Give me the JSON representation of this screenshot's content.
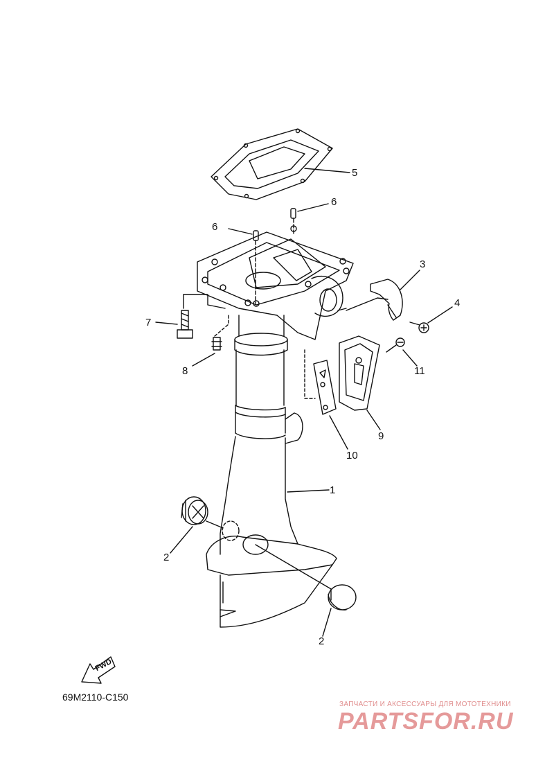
{
  "diagram": {
    "callouts": [
      "1",
      "2",
      "2",
      "3",
      "4",
      "5",
      "6",
      "6",
      "7",
      "8",
      "9",
      "10",
      "11"
    ],
    "drawing_code": "69M2110-C150",
    "fwd_label": "FWD"
  },
  "watermark": {
    "tagline": "ЗАПЧАСТИ И АКСЕССУАРЫ ДЛЯ МОТОТЕХНИКИ",
    "brand": "PARTSFOR.RU"
  }
}
